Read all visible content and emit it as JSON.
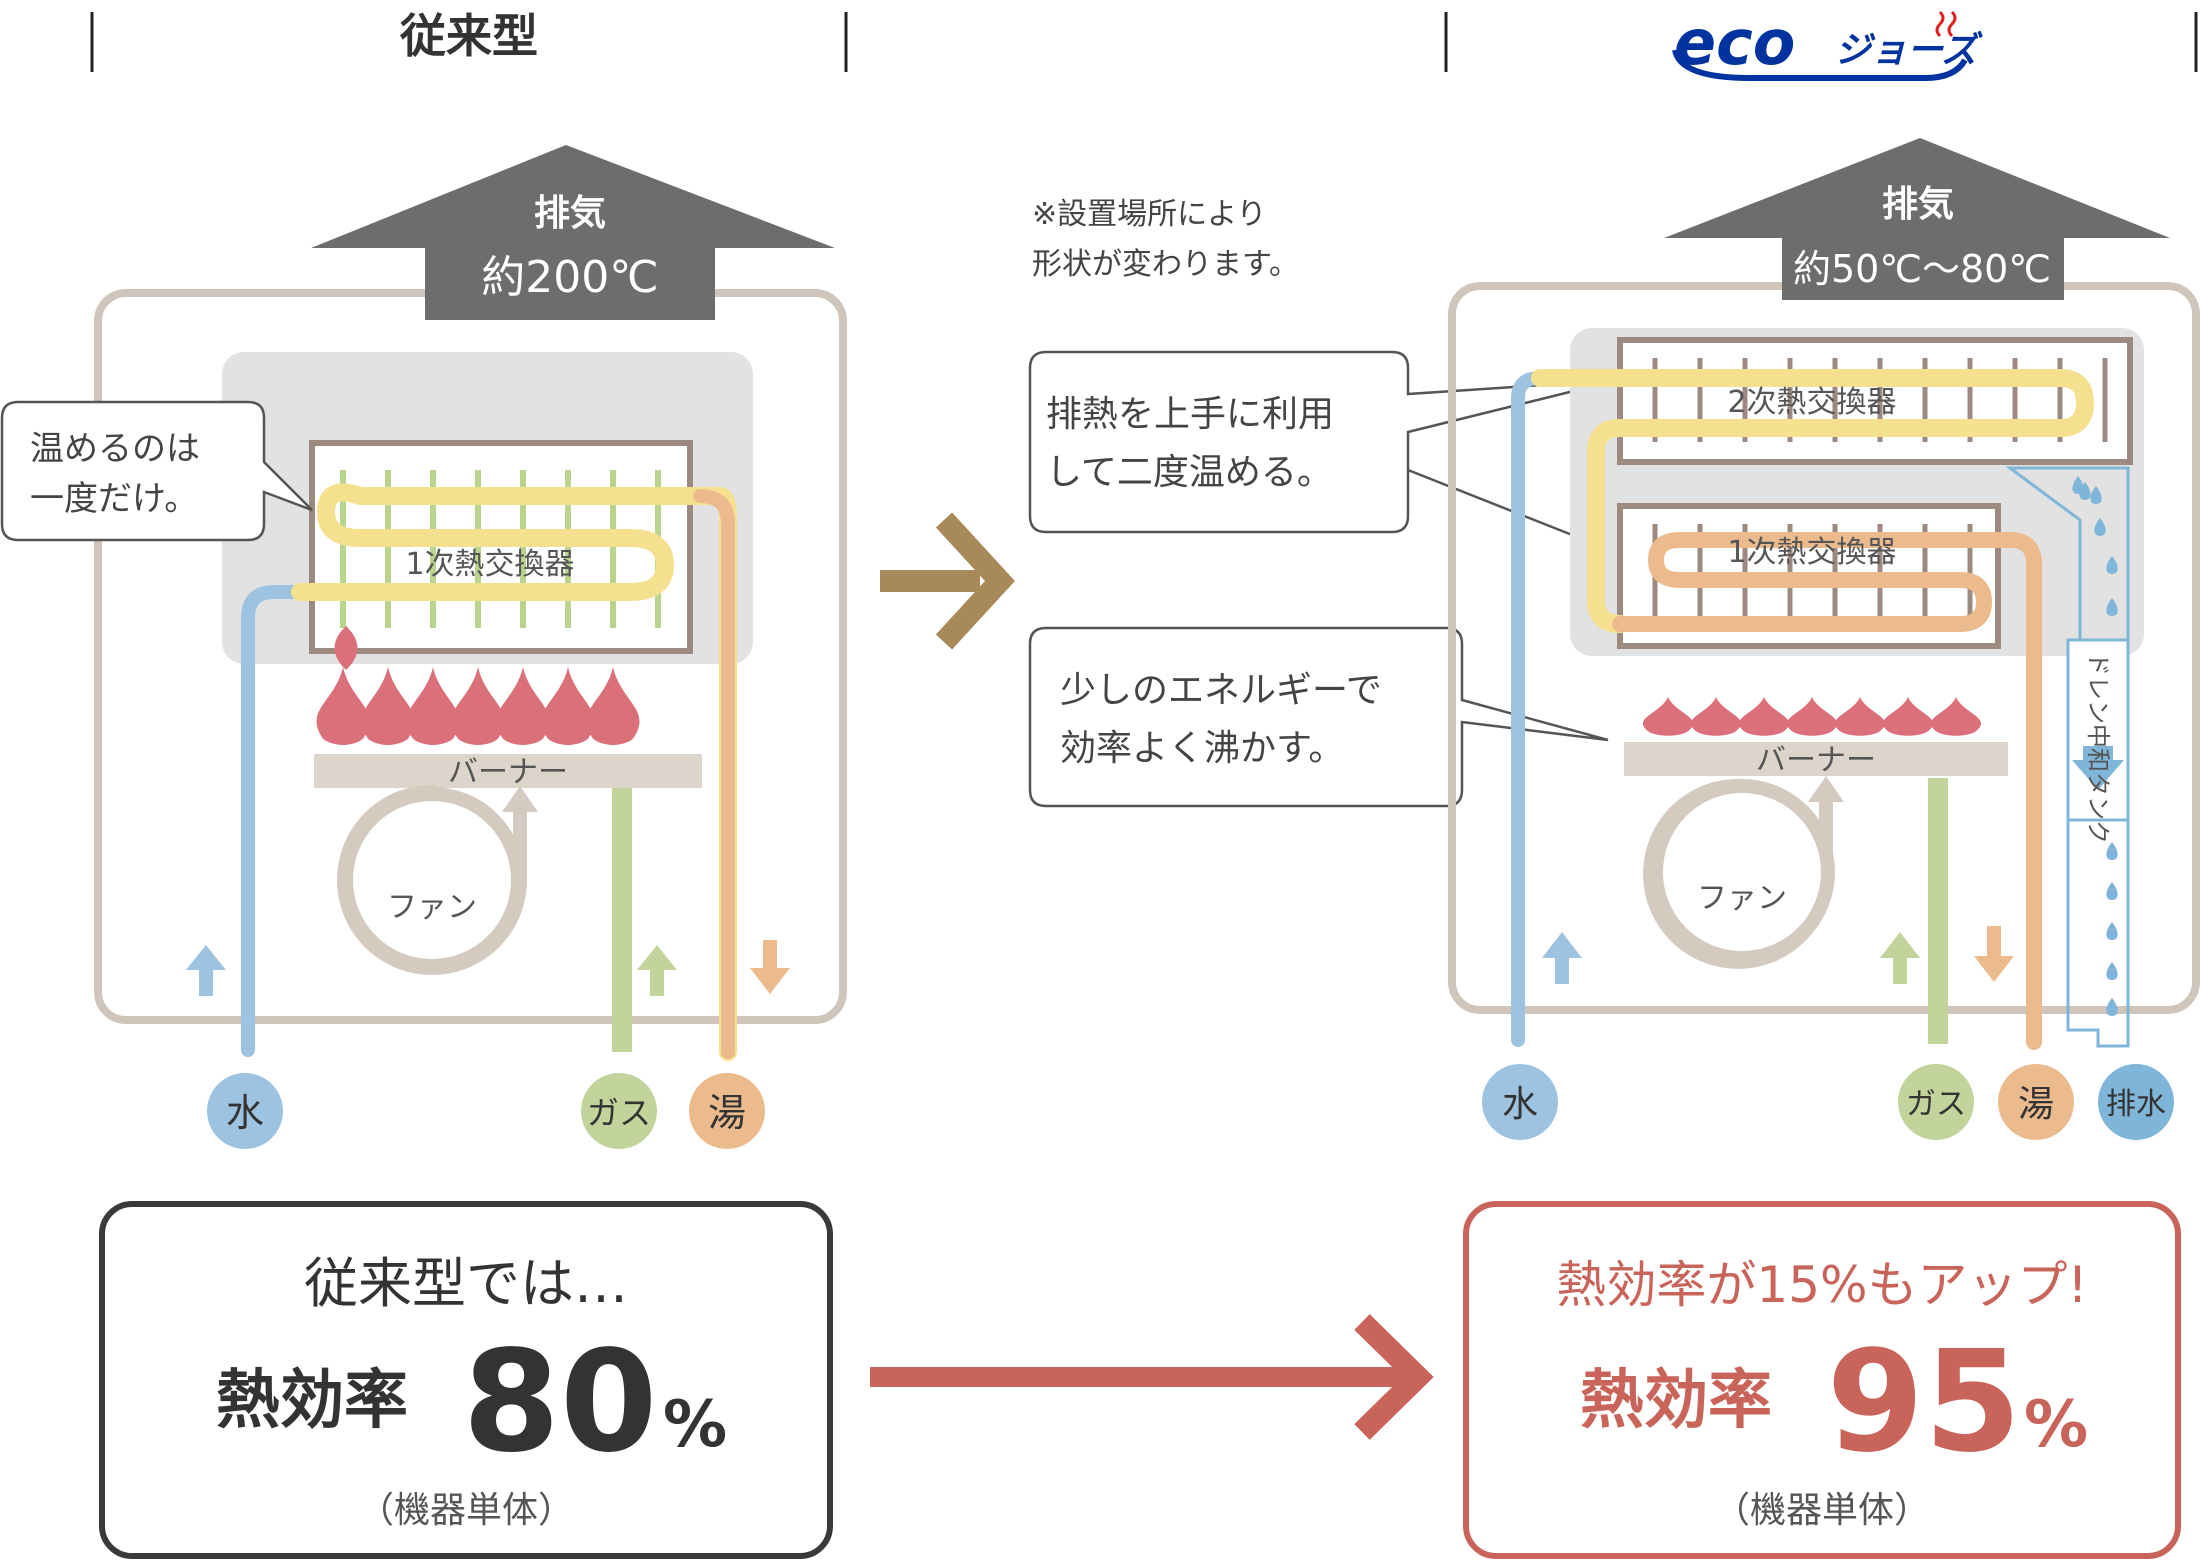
{
  "left": {
    "title": "従来型",
    "exhaust_label": "排気",
    "exhaust_temp": "約200℃",
    "callout": [
      "温めるのは",
      "一度だけ。"
    ],
    "heat_exchanger": "1次熱交換器",
    "burner": "バーナー",
    "fan": "ファン",
    "ports": {
      "water": "水",
      "gas": "ガス",
      "hot_water": "湯"
    },
    "result": {
      "heading": "従来型では…",
      "efficiency_label": "熱効率",
      "efficiency_value": "80",
      "percent": "%",
      "note": "（機器単体）"
    }
  },
  "middle": {
    "note": [
      "※設置場所により",
      "形状が変わります。"
    ],
    "callout1": [
      "排熱を上手に利用",
      "して二度温める。"
    ],
    "callout2": [
      "少しのエネルギーで",
      "効率よく沸かす。"
    ]
  },
  "right": {
    "logo": {
      "eco": "eco",
      "jozu": "ジョーズ"
    },
    "exhaust_label": "排気",
    "exhaust_temp": "約50℃〜80℃",
    "heat_exchanger_2": "2次熱交換器",
    "heat_exchanger_1": "1次熱交換器",
    "drain_tank": "ドレン中和タンク",
    "burner": "バーナー",
    "fan": "ファン",
    "ports": {
      "water": "水",
      "gas": "ガス",
      "hot_water": "湯",
      "drain": "排水"
    },
    "result": {
      "heading": "熱効率が15%もアップ!",
      "efficiency_label": "熱効率",
      "efficiency_value": "95",
      "percent": "%",
      "note": "（機器単体）"
    }
  },
  "colors": {
    "water": "#9dc3e0",
    "gas": "#c2d49b",
    "hot_water": "#ebbb8e",
    "drain": "#7fb5d8",
    "flame": "#d9707a",
    "accent_red": "#c9645a",
    "exhaust": "#6d6d6d",
    "frame": "#cfc5ba",
    "logo_blue": "#0033a0"
  }
}
